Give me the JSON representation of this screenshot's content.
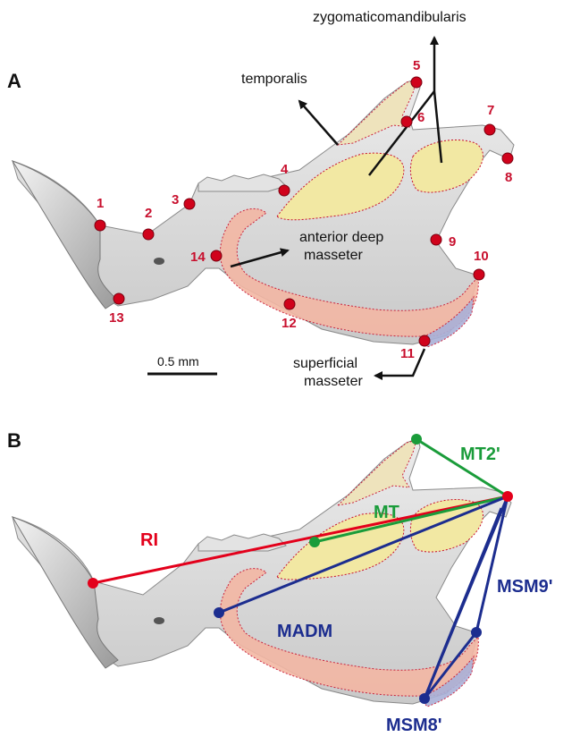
{
  "panel_a": {
    "label": "A",
    "muscles": {
      "zygomaticomandibularis": "zygomaticomandibularis",
      "temporalis": "temporalis",
      "anterior_deep_masseter_line1": "anterior deep",
      "anterior_deep_masseter_line2": "masseter",
      "superficial_masseter_line1": "superficial",
      "superficial_masseter_line2": "masseter"
    },
    "landmarks": [
      "1",
      "2",
      "3",
      "4",
      "5",
      "6",
      "7",
      "8",
      "9",
      "10",
      "11",
      "12",
      "13",
      "14"
    ],
    "scale_bar": "0.5 mm"
  },
  "panel_b": {
    "label": "B",
    "vectors": {
      "ri": "RI",
      "mt": "MT",
      "mt2": "MT2'",
      "madm": "MADM",
      "msm9": "MSM9'",
      "msm8": "MSM8'"
    }
  },
  "colors": {
    "landmark_red": "#d0021b",
    "ri_red": "#e3001b",
    "mt_green": "#1a9c3a",
    "vector_blue": "#1c2d8f",
    "muscle_fill": "#f2e8a3",
    "masseter_fill": "#f3b7a4",
    "bone": "#d9d9d9"
  }
}
